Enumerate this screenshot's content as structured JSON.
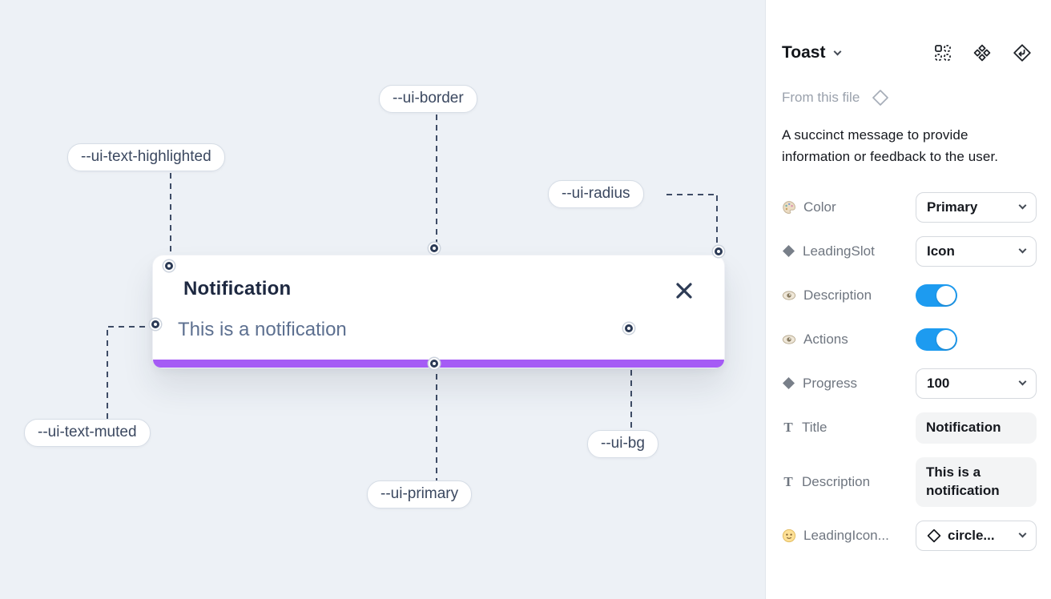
{
  "canvas": {
    "toast": {
      "title": "Notification",
      "description": "This is a notification",
      "close_icon": "x-icon",
      "progress_bar_color": "#a55bf5"
    },
    "variable_labels": [
      {
        "id": "ui-text-highlighted",
        "text": "--ui-text-highlighted"
      },
      {
        "id": "ui-border",
        "text": "--ui-border"
      },
      {
        "id": "ui-radius",
        "text": "--ui-radius"
      },
      {
        "id": "ui-text-muted",
        "text": "--ui-text-muted"
      },
      {
        "id": "ui-primary",
        "text": "--ui-primary"
      },
      {
        "id": "ui-bg",
        "text": "--ui-bg"
      }
    ],
    "background_color": "#edf1f6"
  },
  "panel": {
    "title": "Toast",
    "header_icons": [
      "variants-icon",
      "components-icon",
      "instance-swap-icon"
    ],
    "source_label": "From this file",
    "source_icon": "diamond-outline-icon",
    "description": "A succinct message to provide information or feedback to the user.",
    "properties": [
      {
        "label": "Color",
        "icon": "palette-icon",
        "control": "select",
        "value": "Primary"
      },
      {
        "label": "LeadingSlot",
        "icon": "diamond-icon",
        "control": "select",
        "value": "Icon"
      },
      {
        "label": "Description",
        "icon": "eye-icon",
        "control": "toggle",
        "value": "on"
      },
      {
        "label": "Actions",
        "icon": "eye-icon",
        "control": "toggle",
        "value": "on"
      },
      {
        "label": "Progress",
        "icon": "diamond-icon",
        "control": "select",
        "value": "100"
      },
      {
        "label": "Title",
        "icon": "text-icon",
        "control": "text",
        "value": "Notification"
      },
      {
        "label": "Description",
        "icon": "text-icon",
        "control": "text",
        "value": "This is a notification"
      },
      {
        "label": "LeadingIcon...",
        "icon": "smiley-icon",
        "control": "select",
        "value": "circle..."
      }
    ],
    "colors": {
      "toggle_on": "#1d9bf0",
      "accent_purple": "#a55bf5"
    }
  }
}
